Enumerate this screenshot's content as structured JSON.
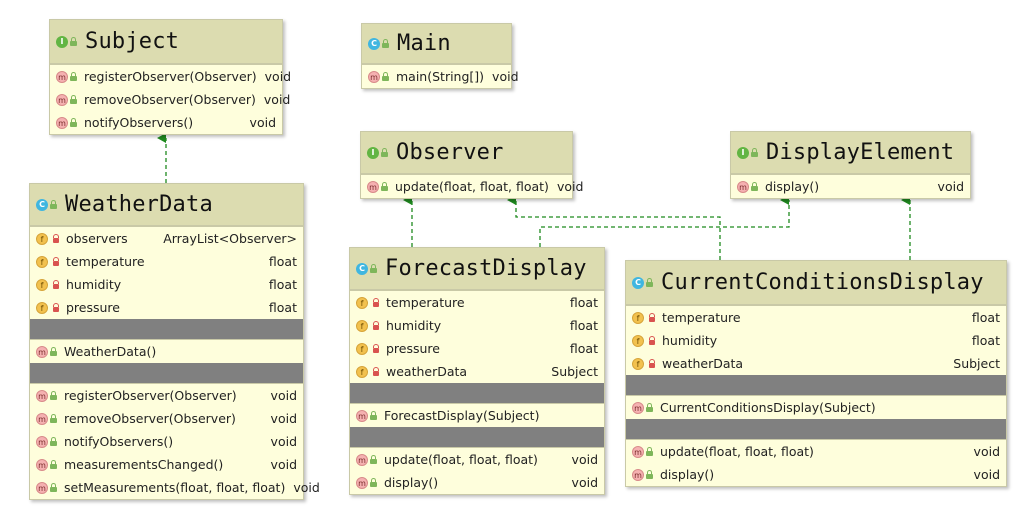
{
  "classes": {
    "subject": {
      "name": "Subject",
      "methods": [
        {
          "name": "registerObserver(Observer)",
          "type": "void"
        },
        {
          "name": "removeObserver(Observer)",
          "type": "void"
        },
        {
          "name": "notifyObservers()",
          "type": "void"
        }
      ]
    },
    "main": {
      "name": "Main",
      "methods": [
        {
          "name": "main(String[])",
          "type": "void"
        }
      ]
    },
    "observer": {
      "name": "Observer",
      "methods": [
        {
          "name": "update(float, float, float)",
          "type": "void"
        }
      ]
    },
    "display_element": {
      "name": "DisplayElement",
      "methods": [
        {
          "name": "display()",
          "type": "void"
        }
      ]
    },
    "weather_data": {
      "name": "WeatherData",
      "fields": [
        {
          "name": "observers",
          "type": "ArrayList<Observer>"
        },
        {
          "name": "temperature",
          "type": "float"
        },
        {
          "name": "humidity",
          "type": "float"
        },
        {
          "name": "pressure",
          "type": "float"
        }
      ],
      "constructors": [
        {
          "name": "WeatherData()",
          "type": ""
        }
      ],
      "methods": [
        {
          "name": "registerObserver(Observer)",
          "type": "void"
        },
        {
          "name": "removeObserver(Observer)",
          "type": "void"
        },
        {
          "name": "notifyObservers()",
          "type": "void"
        },
        {
          "name": "measurementsChanged()",
          "type": "void"
        },
        {
          "name": "setMeasurements(float, float, float)",
          "type": "void"
        }
      ]
    },
    "forecast_display": {
      "name": "ForecastDisplay",
      "fields": [
        {
          "name": "temperature",
          "type": "float"
        },
        {
          "name": "humidity",
          "type": "float"
        },
        {
          "name": "pressure",
          "type": "float"
        },
        {
          "name": "weatherData",
          "type": "Subject"
        }
      ],
      "constructors": [
        {
          "name": "ForecastDisplay(Subject)",
          "type": ""
        }
      ],
      "methods": [
        {
          "name": "update(float, float, float)",
          "type": "void"
        },
        {
          "name": "display()",
          "type": "void"
        }
      ]
    },
    "current_conditions_display": {
      "name": "CurrentConditionsDisplay",
      "fields": [
        {
          "name": "temperature",
          "type": "float"
        },
        {
          "name": "humidity",
          "type": "float"
        },
        {
          "name": "weatherData",
          "type": "Subject"
        }
      ],
      "constructors": [
        {
          "name": "CurrentConditionsDisplay(Subject)",
          "type": ""
        }
      ],
      "methods": [
        {
          "name": "update(float, float, float)",
          "type": "void"
        },
        {
          "name": "display()",
          "type": "void"
        }
      ]
    }
  },
  "colors": {
    "header_bg": "#dcdcb0",
    "body_bg": "#fefedc",
    "arrow": "#2e8b2e",
    "interface_badge": "#62b543",
    "class_badge": "#40b6e0"
  }
}
